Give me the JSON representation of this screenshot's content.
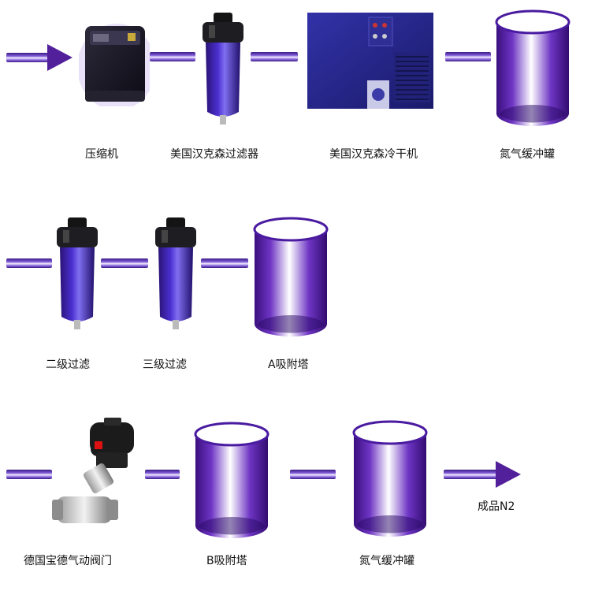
{
  "row1": {
    "compressor": "压缩机",
    "filter": "美国汉克森过滤器",
    "dryer": "美国汉克森冷干机",
    "tank": "氮气缓冲罐"
  },
  "row2": {
    "filter2": "二级过滤",
    "filter3": "三级过滤",
    "tower_a": "A吸附塔"
  },
  "row3": {
    "valve": "德国宝德气动阀门",
    "tower_b": "B吸附塔",
    "tank": "氮气缓冲罐",
    "product": "成品N2"
  },
  "colors": {
    "purple_dark": "#2b0f6b",
    "purple_mid": "#6a3fc8",
    "dryer_blue": "#2a2a8a"
  }
}
